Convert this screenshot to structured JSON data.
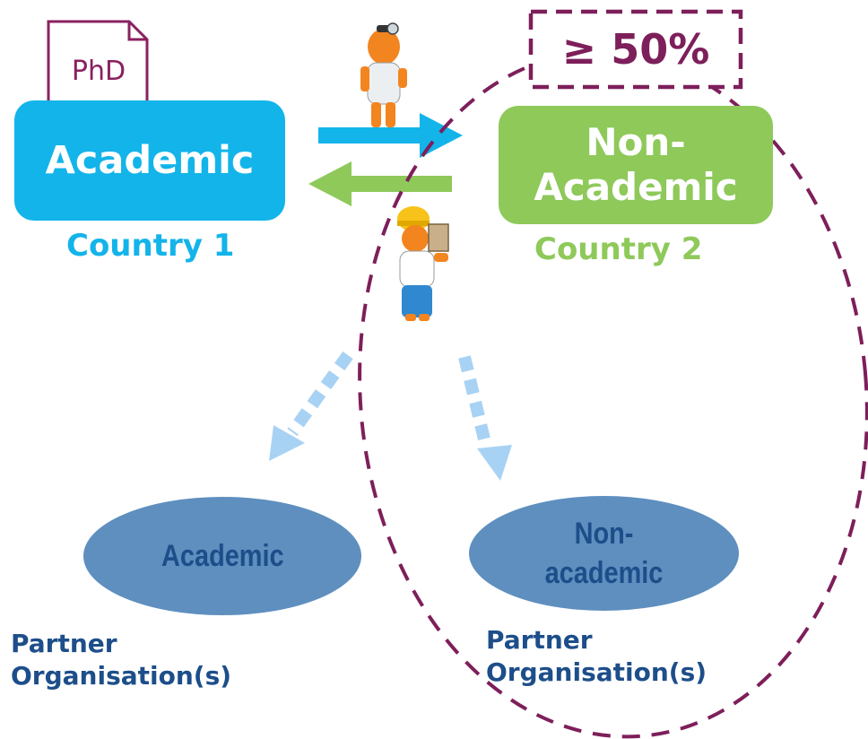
{
  "diagram": {
    "document_label": "PhD",
    "academic_box": {
      "label": "Academic",
      "country": "Country 1",
      "color": "#13b4ea"
    },
    "non_academic_box": {
      "label_line1": "Non-",
      "label_line2": "Academic",
      "country": "Country 2",
      "color": "#8ec95a"
    },
    "threshold_label": "≥ 50%",
    "threshold_color": "#7d1f5a",
    "partners": {
      "academic": {
        "label": "Academic",
        "caption_line1": "Partner",
        "caption_line2": "Organisation(s)"
      },
      "non_academic": {
        "label_line1": "Non-",
        "label_line2": "academic",
        "caption_line1": "Partner",
        "caption_line2": "Organisation(s)"
      },
      "ellipse_color": "#5e8fbf",
      "text_color": "#1d4e8a"
    },
    "icons": [
      "doctor-figure-icon",
      "engineer-figure-icon",
      "document-icon"
    ]
  }
}
